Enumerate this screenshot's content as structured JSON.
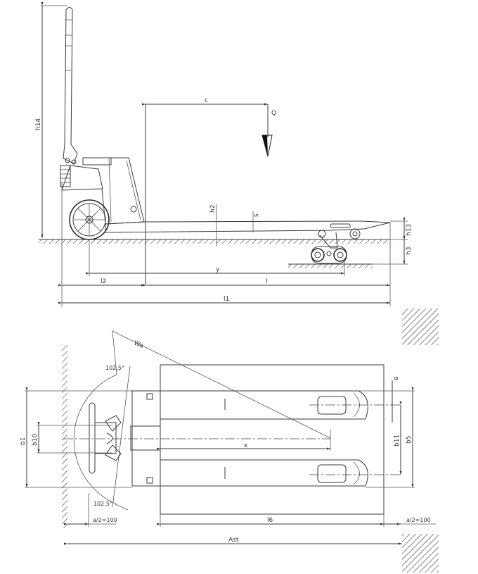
{
  "side_view": {
    "dimensions": {
      "handle_height": "h14",
      "load_center": "c",
      "load": "Q",
      "lowered_height": "h13",
      "lift_height": "h3",
      "fork_height": "h2",
      "fork_thickness": "s",
      "wheelbase": "y",
      "fork_length": "l",
      "face_length": "l2",
      "overall_length": "l1"
    }
  },
  "top_view": {
    "dimensions": {
      "turning_radius": "Wa",
      "steer_angle_top": "102,5°",
      "steer_angle_bottom": "102,5°",
      "overall_width": "b1",
      "steer_wheel_track": "b10",
      "fork_spread_inner": "b11",
      "fork_spread_outer": "b5",
      "fork_width": "e",
      "pallet_diagonal": "x",
      "pallet_length": "l6",
      "clearance_left": "a/2=100",
      "clearance_right": "a/2=100",
      "aisle_width": "Ast"
    }
  }
}
